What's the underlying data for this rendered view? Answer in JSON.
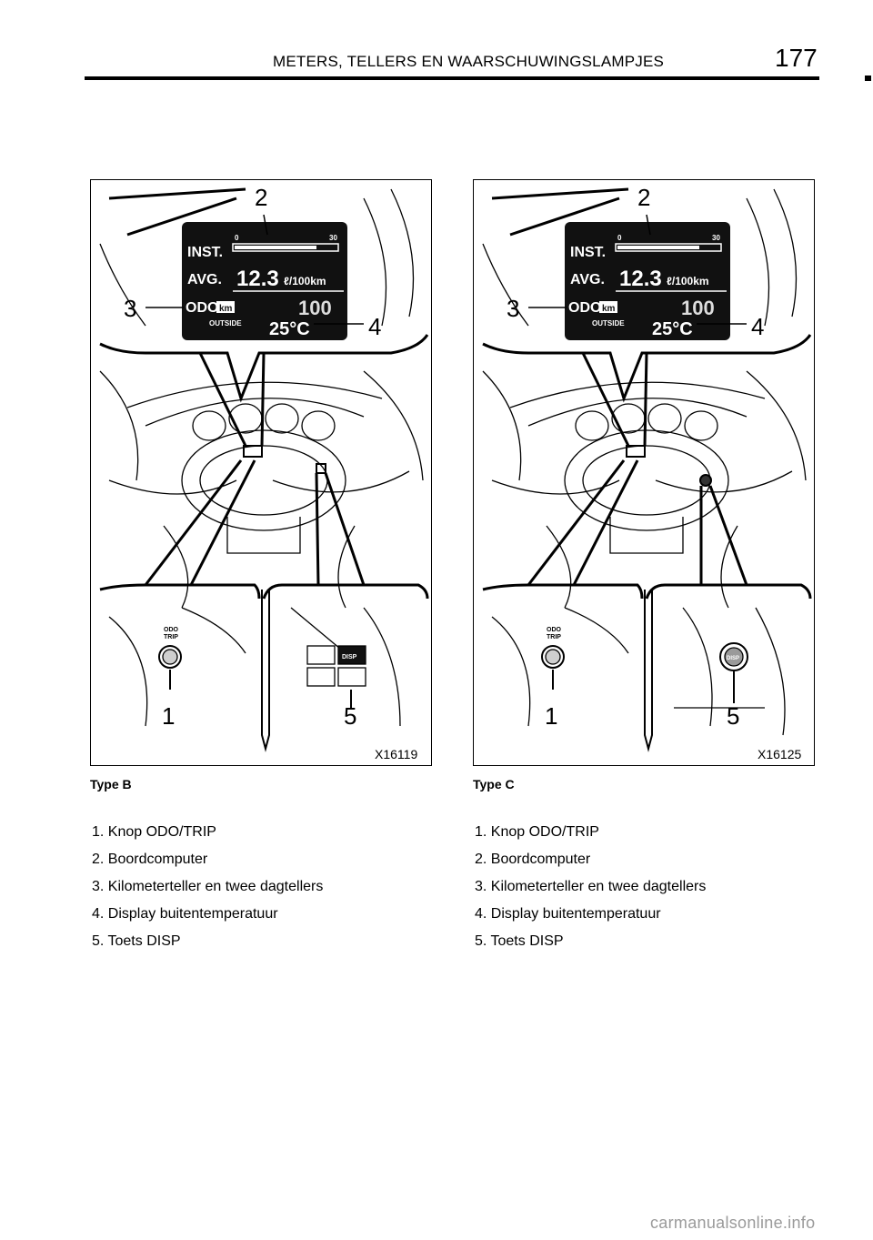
{
  "header": {
    "title": "METERS, TELLERS EN WAARSCHUWINGSLAMPJES",
    "page_number": "177"
  },
  "display": {
    "inst": "INST.",
    "avg": "AVG.",
    "avg_value": "12.3",
    "avg_unit": "ℓ/100km",
    "odo": "ODO",
    "odo_unit": "km",
    "odo_value": "100",
    "outside": "OUTSIDE",
    "temperature": "25°C",
    "scale_min": "0",
    "scale_max": "30"
  },
  "callouts": [
    "1",
    "2",
    "3",
    "4",
    "5"
  ],
  "button_labels": {
    "odo_trip_line1": "ODO",
    "odo_trip_line2": "TRIP",
    "disp": "DISP"
  },
  "figures": [
    {
      "code": "X16119",
      "type_label": "Type B",
      "items": [
        "1.  Knop ODO/TRIP",
        "2.  Boordcomputer",
        "3.  Kilometerteller en twee dagtellers",
        "4.  Display buitentemperatuur",
        "5.  Toets DISP"
      ]
    },
    {
      "code": "X16125",
      "type_label": "Type C",
      "items": [
        "1.  Knop ODO/TRIP",
        "2.  Boordcomputer",
        "3.  Kilometerteller en twee dagtellers",
        "4.  Display buitentemperatuur",
        "5.  Toets DISP"
      ]
    }
  ],
  "footer": {
    "watermark": "carmanualsonline.info"
  }
}
